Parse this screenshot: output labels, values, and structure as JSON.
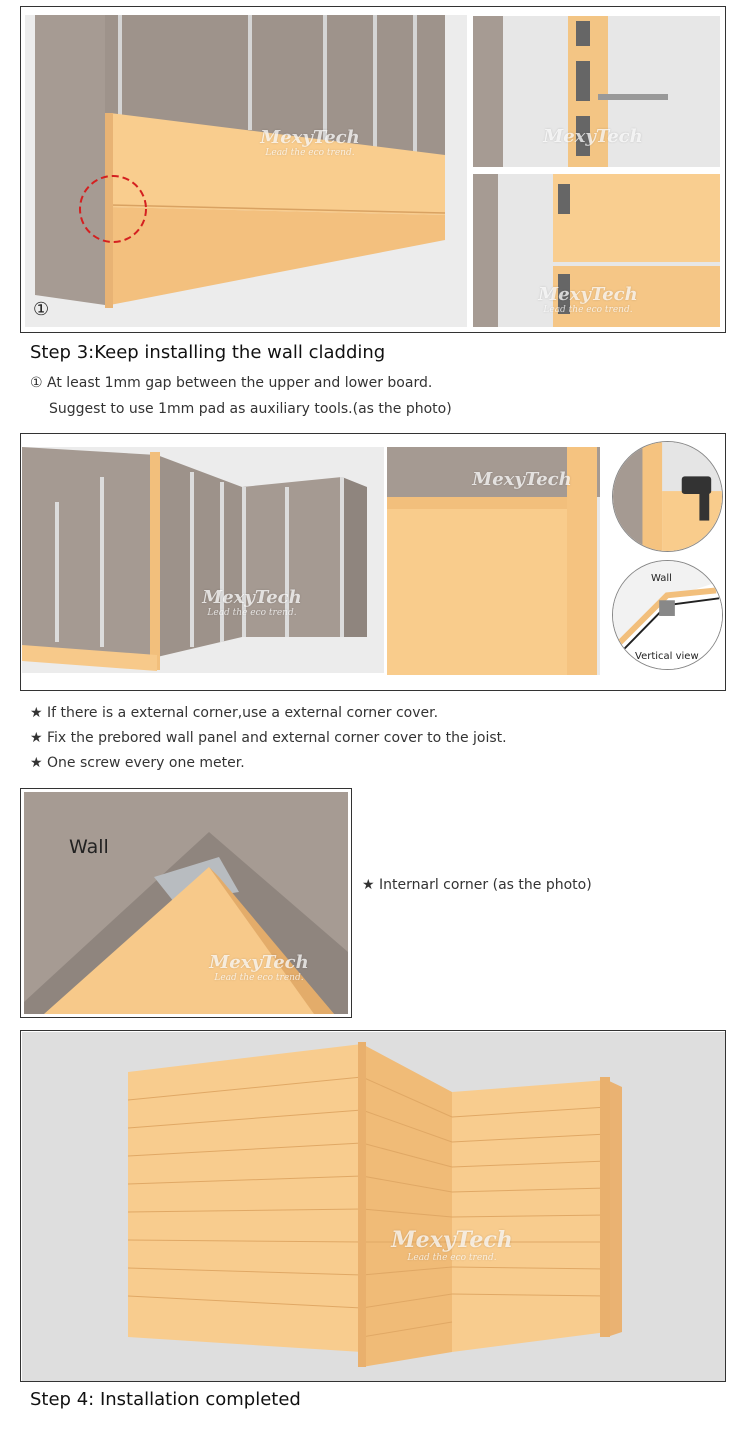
{
  "watermark": {
    "brand": "MexyTech",
    "tagline": "Lead the eco trend."
  },
  "step3": {
    "marker": "①",
    "title": "Step 3:Keep installing the wall cladding",
    "lines": [
      "① At least 1mm gap between the upper and lower board.",
      "Suggest to use 1mm pad as auxiliary tools.(as the photo)"
    ]
  },
  "external": {
    "wall_label": "Wall",
    "view_label": "Vertical view",
    "bullets": [
      "★ If there is a external corner,use a external corner cover.",
      "★ Fix the prebored wall panel and external corner cover to the joist.",
      "★ One screw every one meter."
    ]
  },
  "internal": {
    "wall_label": "Wall",
    "note": "★ Internarl corner (as the photo)"
  },
  "step4": {
    "title": "Step 4: Installation completed"
  },
  "colors": {
    "panel": "#f7c98a",
    "wall": "#a59a92",
    "joist": "#d8d8d8"
  }
}
